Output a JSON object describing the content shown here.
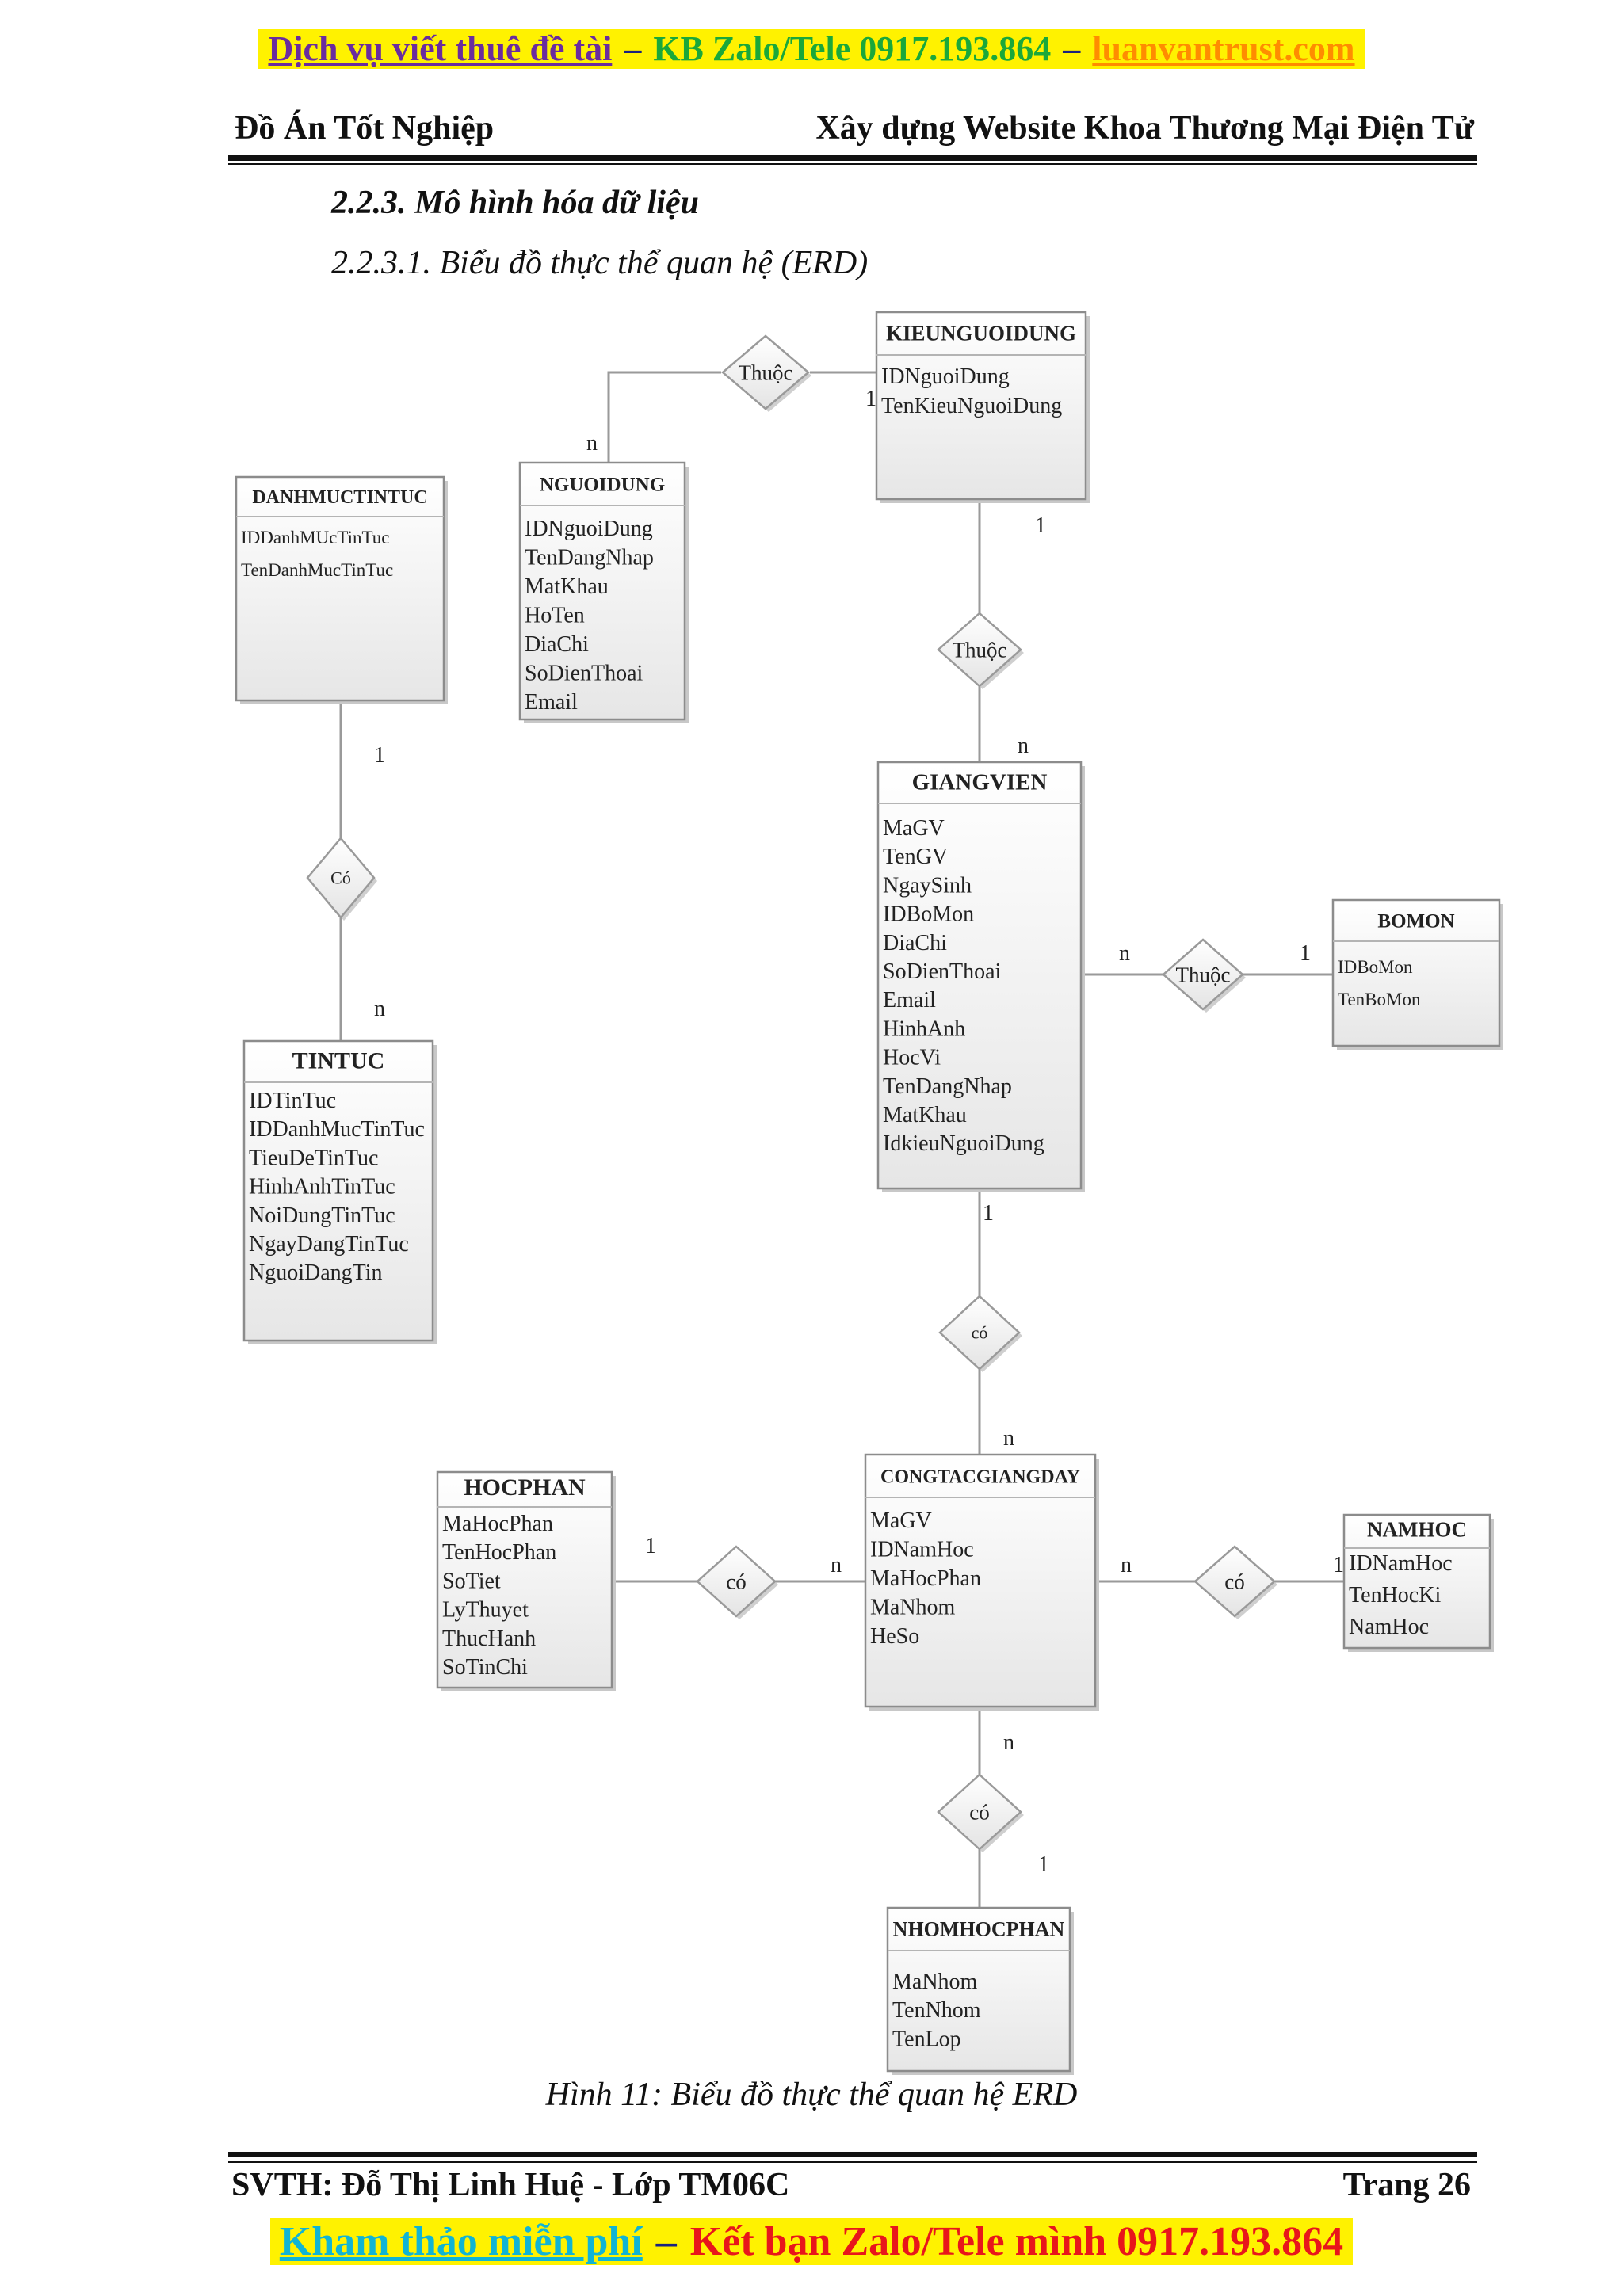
{
  "banner_top": {
    "part1": "Dịch vụ viết thuê đề tài",
    "sep1": " – ",
    "part2": "KB Zalo/Tele 0917.193.864",
    "sep2": " – ",
    "part3": "luanvantrust.com"
  },
  "header": {
    "left": "Đồ Án Tốt Nghiệp",
    "right": "Xây dựng Website Khoa Thương Mại Điện Tử"
  },
  "section": {
    "heading": "2.2.3.  Mô hình hóa dữ liệu",
    "subheading": "2.2.3.1. Biểu đồ thực thể quan hệ (ERD)"
  },
  "diagram": {
    "entities": [
      {
        "id": "kieunguoidung",
        "name": "KIEUNGUOIDUNG",
        "attributes": [
          "IDNguoiDung",
          "TenKieuNguoiDung"
        ]
      },
      {
        "id": "nguoidung",
        "name": "NGUOIDUNG",
        "attributes": [
          "IDNguoiDung",
          "TenDangNhap",
          "MatKhau",
          "HoTen",
          "DiaChi",
          "SoDienThoai",
          "Email"
        ]
      },
      {
        "id": "danhmuctintuc",
        "name": "DANHMUCTINTUC",
        "attributes": [
          "IDDanhMUcTinTuc",
          "TenDanhMucTinTuc"
        ]
      },
      {
        "id": "giangvien",
        "name": "GIANGVIEN",
        "attributes": [
          "MaGV",
          "TenGV",
          "NgaySinh",
          "IDBoMon",
          "DiaChi",
          "SoDienThoai",
          "Email",
          "HinhAnh",
          "HocVi",
          "TenDangNhap",
          "MatKhau",
          "IdkieuNguoiDung"
        ]
      },
      {
        "id": "bomon",
        "name": "BOMON",
        "attributes": [
          "IDBoMon",
          "TenBoMon"
        ]
      },
      {
        "id": "tintuc",
        "name": "TINTUC",
        "attributes": [
          "IDTinTuc",
          "IDDanhMucTinTuc",
          "TieuDeTinTuc",
          "HinhAnhTinTuc",
          "NoiDungTinTuc",
          "NgayDangTinTuc",
          "NguoiDangTin"
        ]
      },
      {
        "id": "congtacgiangday",
        "name": "CONGTACGIANGDAY",
        "attributes": [
          "MaGV",
          "IDNamHoc",
          "MaHocPhan",
          "MaNhom",
          "HeSo"
        ]
      },
      {
        "id": "hocphan",
        "name": "HOCPHAN",
        "attributes": [
          "MaHocPhan",
          "TenHocPhan",
          "SoTiet",
          "LyThuyet",
          "ThucHanh",
          "SoTinChi"
        ]
      },
      {
        "id": "namhoc",
        "name": "NAMHOC",
        "attributes": [
          "IDNamHoc",
          "TenHocKi",
          "NamHoc"
        ]
      },
      {
        "id": "nhomhocphan",
        "name": "NHOMHOCPHAN",
        "attributes": [
          "MaNhom",
          "TenNhom",
          "TenLop"
        ]
      }
    ],
    "relationships": [
      {
        "id": "r1",
        "label": "Thuộc",
        "card_a": "n",
        "card_b": "1"
      },
      {
        "id": "r2",
        "label": "Thuộc",
        "card_a": "1",
        "card_b": "n"
      },
      {
        "id": "r3",
        "label": "Có",
        "card_a": "1",
        "card_b": "n"
      },
      {
        "id": "r4",
        "label": "Thuộc",
        "card_a": "n",
        "card_b": "1"
      },
      {
        "id": "r5",
        "label": "có",
        "card_a": "1",
        "card_b": "n"
      },
      {
        "id": "r6",
        "label": "có",
        "card_a": "1",
        "card_b": "n"
      },
      {
        "id": "r7",
        "label": "có",
        "card_a": "n",
        "card_b": "1"
      },
      {
        "id": "r8",
        "label": "có",
        "card_a": "n",
        "card_b": "1"
      }
    ]
  },
  "caption": "Hình 11: Biểu đồ thực thể quan hệ ERD",
  "footer": {
    "left": "SVTH: Đỗ Thị Linh Huệ - Lớp TM06C",
    "right": "Trang 26"
  },
  "banner_bottom": {
    "part1": "Kham thảo miễn phí",
    "sep": " – ",
    "part2": "Kết bạn Zalo/Tele mình 0917.193.864"
  }
}
